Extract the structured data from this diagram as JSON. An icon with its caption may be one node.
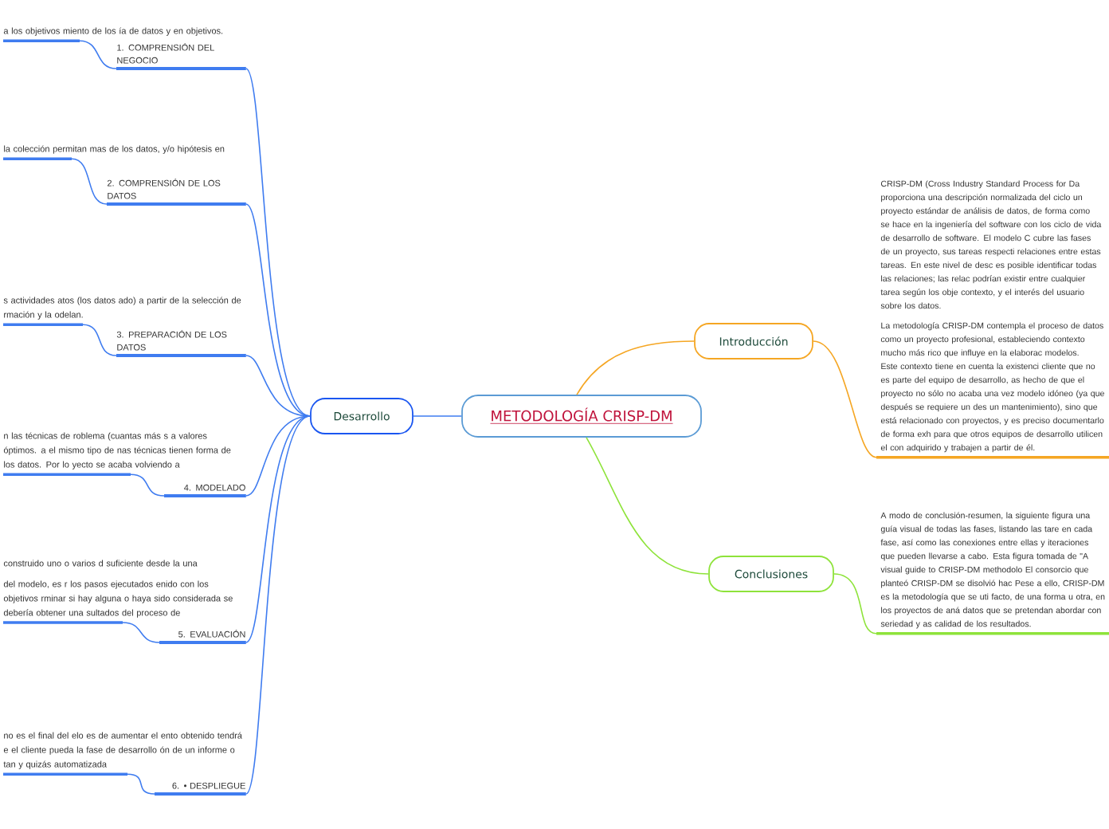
{
  "diagram": {
    "nodes": [
      {
        "text": [
          "METODOLOGÍA CRISP-DM"
        ]
      },
      {
        "text": [
          "Desarrollo"
        ]
      },
      {
        "text": [
          "Introducción"
        ]
      },
      {
        "text": [
          "Conclusiones"
        ]
      },
      {
        "text": [
          "1. COMPRENSIÓN DEL NEGOCIO"
        ]
      },
      {
        "text": [
          "2. COMPRENSIÓN DE LOS DATOS"
        ]
      },
      {
        "text": [
          "3. PREPARACIÓN DE LOS DATOS"
        ]
      },
      {
        "text": [
          "4. MODELADO"
        ]
      },
      {
        "text": [
          "5. EVALUACIÓN"
        ]
      },
      {
        "text": [
          "6. • DESPLIEGUE"
        ]
      },
      {
        "text": [
          "a los objetivos miento de los ía de datos y en objetivos."
        ]
      },
      {
        "text": [
          "la colección permitan mas de los datos, y/o hipótesis en"
        ]
      },
      {
        "text": [
          "s actividades atos (los datos ado) a partir de la selección de rmación y la odelan."
        ]
      },
      {
        "text": [
          "n las técnicas de roblema (cuantas más s a valores óptimos. a el mismo tipo de nas técnicas tienen forma de los datos. Por lo yecto se acaba volviendo a"
        ]
      },
      {
        "text": [
          "construido uno o varios d suficiente desde la una",
          "del modelo, es r los pasos ejecutados enido con los objetivos rminar si hay alguna o haya sido considerada se debería obtener una sultados del proceso de"
        ]
      },
      {
        "text": [
          "no es el final del elo es de aumentar el ento obtenido tendrá e el cliente pueda la fase de desarrollo ón de un informe o tan y quizás automatizada"
        ]
      },
      {
        "text": [
          "CRISP-DM (Cross Industry Standard Process for Da proporciona una descripción normalizada del ciclo un proyecto estándar de análisis de datos, de forma como se hace en la ingeniería del software con los ciclo de vida de desarrollo de software. El modelo C cubre las fases de un proyecto, sus tareas respecti relaciones entre estas tareas. En este nivel de desc es posible identificar todas las relaciones; las relac podrían existir entre cualquier tarea según los obje contexto, y el interés del usuario sobre los datos.",
          "La metodología CRISP-DM contempla el proceso de datos como un proyecto profesional, estableciendo contexto mucho más rico que influye en la elaborac modelos. Este contexto tiene en cuenta la existenci cliente que no es parte del equipo de desarrollo, as hecho de que el proyecto no sólo no acaba una vez modelo idóneo (ya que después se requiere un des un mantenimiento), sino que está relacionado con proyectos, y es preciso documentarlo de forma exh para que otros equipos de desarrollo utilicen el con adquirido y trabajen a partir de él."
        ]
      },
      {
        "text": [
          "A modo de conclusión-resumen, la siguiente figura una guía visual de todas las fases, listando las tare en cada fase, así como las conexiones entre ellas y iteraciones que pueden llevarse a cabo. Esta figura tomada de \"A visual guide to CRISP-DM methodolo El consorcio que planteó CRISP-DM se disolvió hac Pese a ello, CRISP-DM es la metodología que se uti facto, de una forma u otra, en los proyectos de aná datos que se pretendan abordar con seriedad y as calidad de los resultados."
        ]
      }
    ],
    "edges": [
      {
        "from": 0,
        "to": 1,
        "arrow": "none"
      },
      {
        "from": 0,
        "to": 2,
        "arrow": "none",
        "color": "#f5a623"
      },
      {
        "from": 0,
        "to": 3,
        "arrow": "none",
        "color": "#8ee33a"
      },
      {
        "from": 2,
        "to": 16,
        "arrow": "none",
        "color": "#f5a623"
      },
      {
        "from": 3,
        "to": 17,
        "arrow": "none",
        "color": "#8ee33a"
      },
      {
        "from": 1,
        "to": 4,
        "arrow": "none"
      },
      {
        "from": 1,
        "to": 5,
        "arrow": "none"
      },
      {
        "from": 1,
        "to": 6,
        "arrow": "none"
      },
      {
        "from": 1,
        "to": 7,
        "arrow": "none"
      },
      {
        "from": 1,
        "to": 8,
        "arrow": "none"
      },
      {
        "from": 1,
        "to": 9,
        "arrow": "none"
      },
      {
        "from": 4,
        "to": 10,
        "arrow": "none"
      },
      {
        "from": 5,
        "to": 11,
        "arrow": "none"
      },
      {
        "from": 6,
        "to": 12,
        "arrow": "none"
      },
      {
        "from": 7,
        "to": 13,
        "arrow": "none"
      },
      {
        "from": 8,
        "to": 14,
        "arrow": "none"
      },
      {
        "from": 9,
        "to": 15,
        "arrow": "none"
      }
    ]
  }
}
